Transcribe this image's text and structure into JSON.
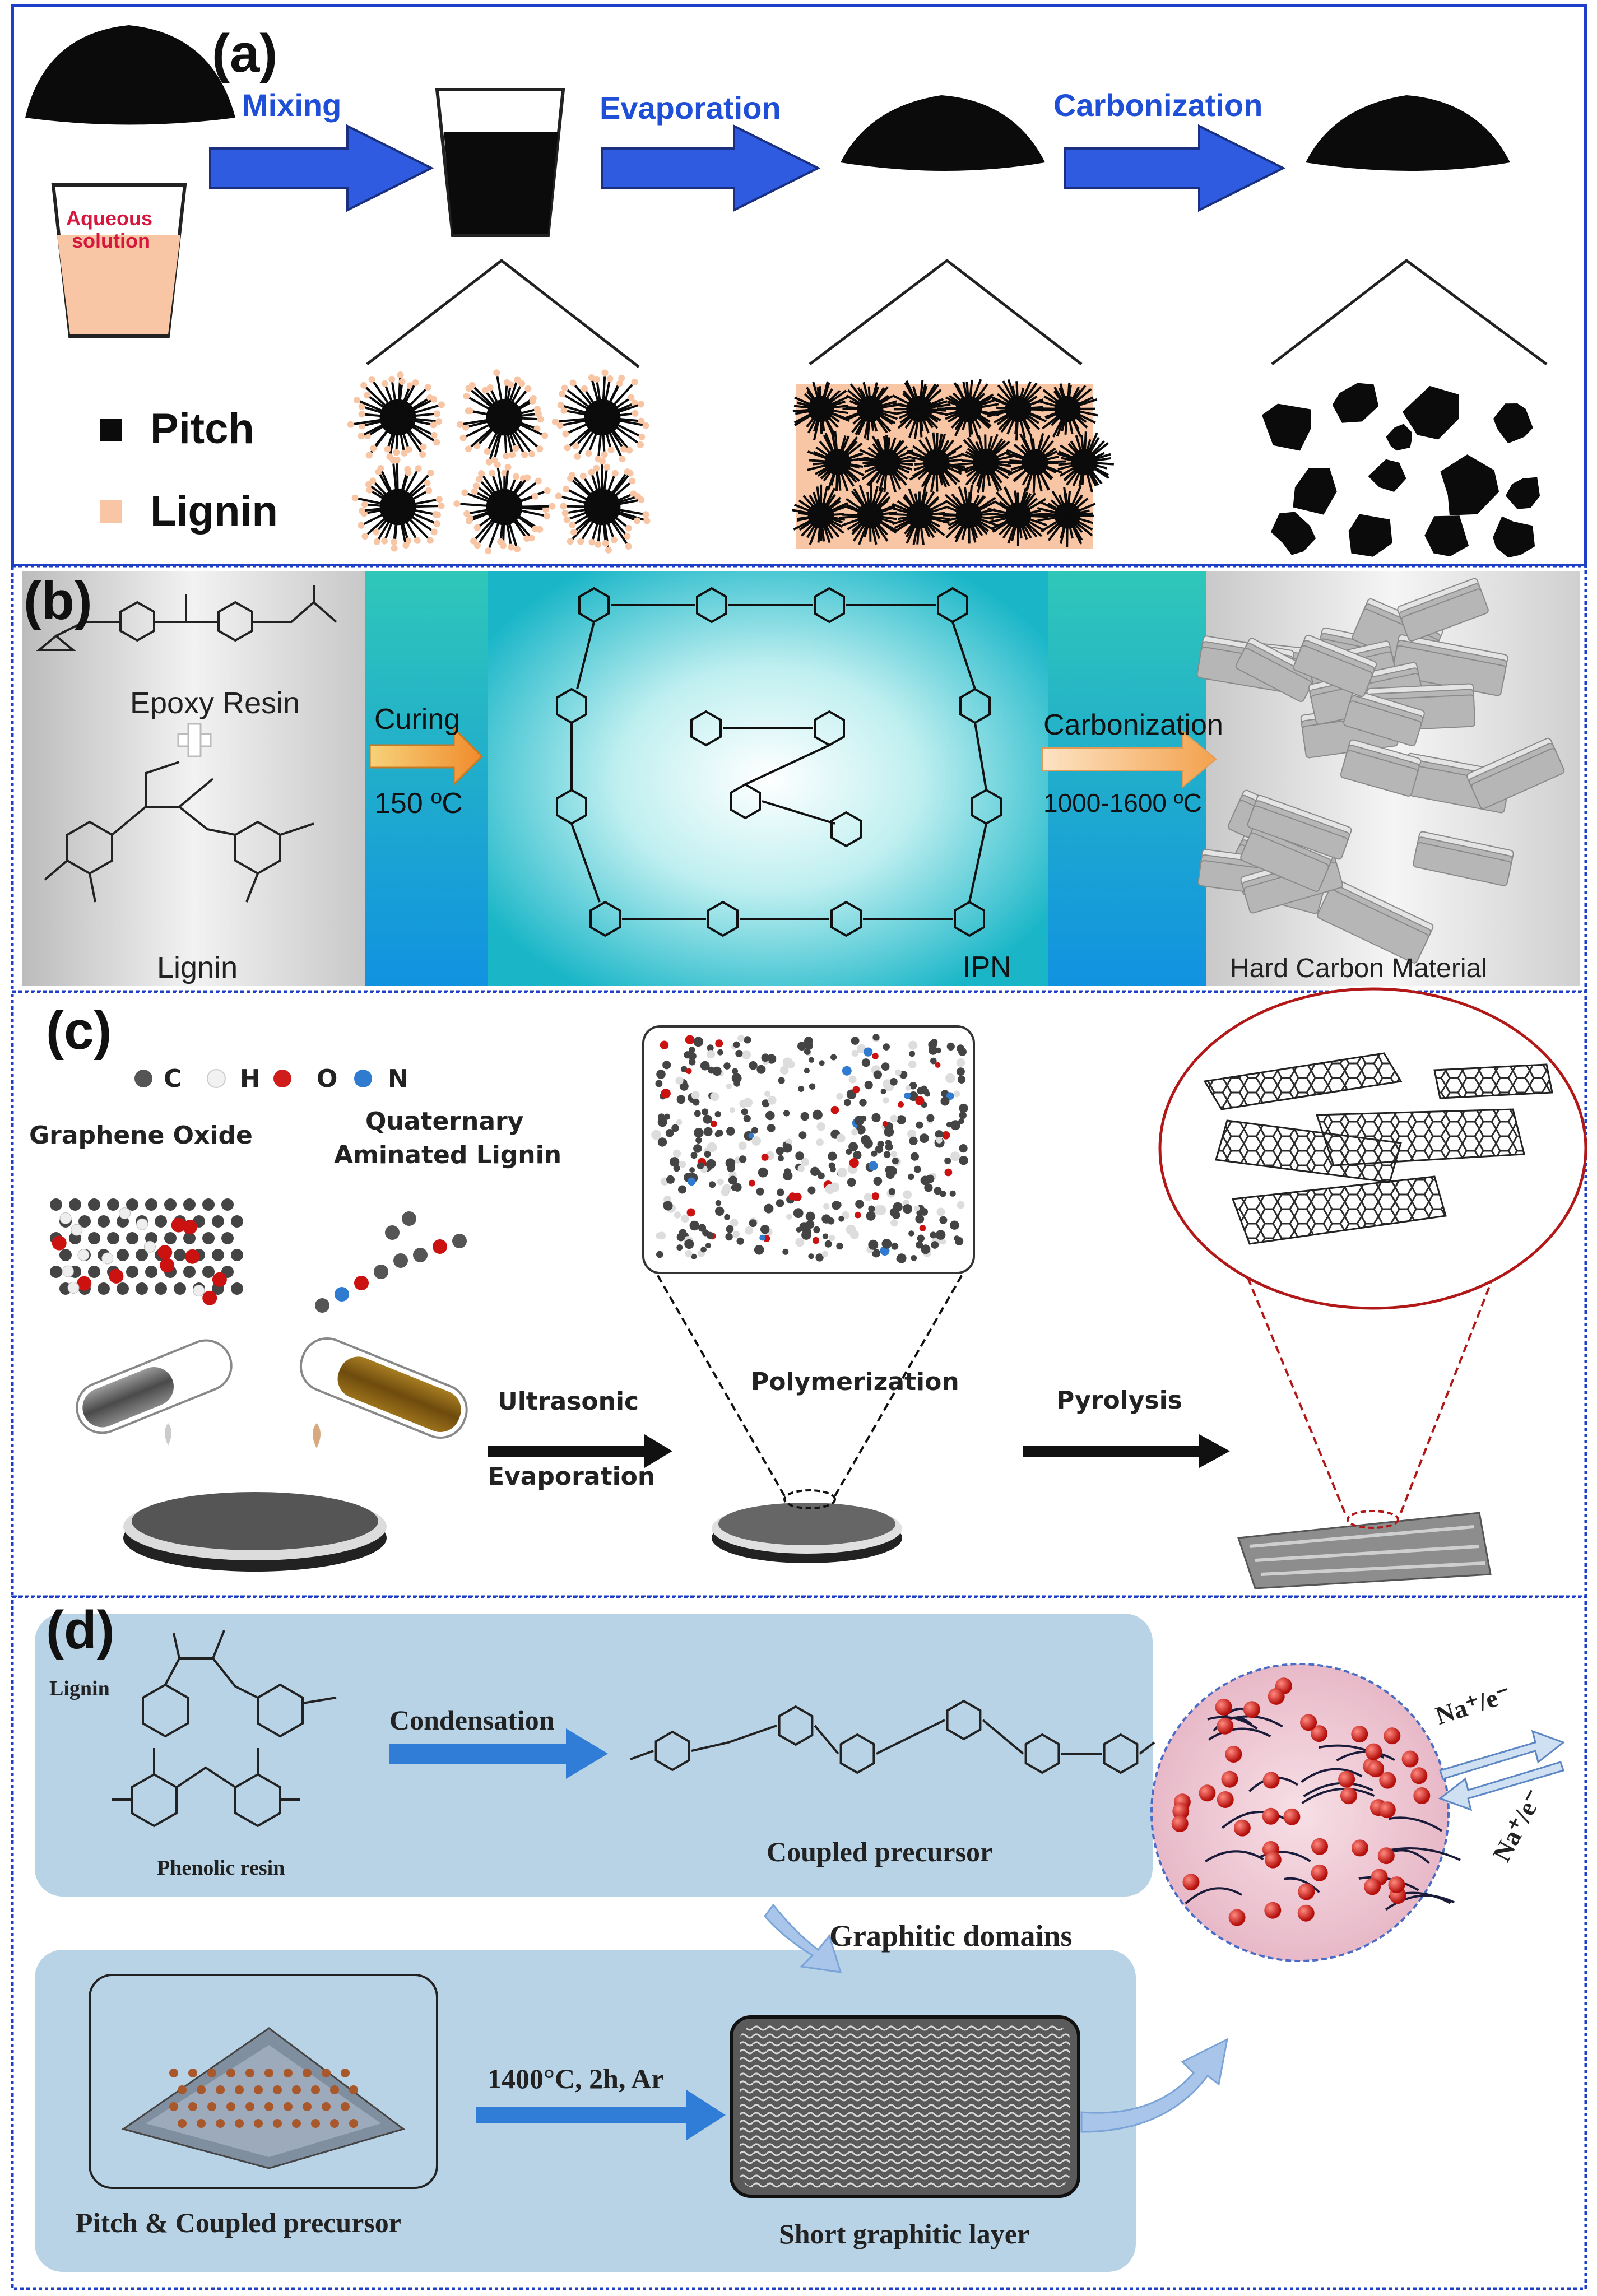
{
  "colors": {
    "frame_blue": "#1f3fc8",
    "arrow_blue": "#2f5be0",
    "lignin_peach": "#f8c6a4",
    "aqueous_red": "#d6183f",
    "panel_d_bg": "#b8d2e6",
    "carbonization_orange": "#f1a34a"
  },
  "panel_a": {
    "letter": "(a)",
    "aqueous_label_1": "Aqueous",
    "aqueous_label_2": "solution",
    "step_mixing": "Mixing",
    "step_evaporation": "Evaporation",
    "step_carbonization": "Carbonization",
    "legend_pitch": "Pitch",
    "legend_lignin": "Lignin"
  },
  "panel_b": {
    "letter": "(b)",
    "epoxy_resin": "Epoxy Resin",
    "lignin": "Lignin",
    "curing": "Curing",
    "curing_temp": "150 ºC",
    "carbonization": "Carbonization",
    "carbonization_temp": "1000-1600 ºC",
    "ipn": "IPN",
    "hard_carbon": "Hard Carbon Material"
  },
  "panel_c": {
    "letter": "(c)",
    "atom_c": "C",
    "atom_h": "H",
    "atom_o": "O",
    "atom_n": "N",
    "graphene_oxide": "Graphene Oxide",
    "qal_1": "Quaternary",
    "qal_2": "Aminated Lignin",
    "ultrasonic": "Ultrasonic",
    "evaporation": "Evaporation",
    "polymerization": "Polymerization",
    "pyrolysis": "Pyrolysis"
  },
  "panel_d": {
    "letter": "(d)",
    "lignin": "Lignin",
    "phenolic_resin": "Phenolic resin",
    "condensation": "Condensation",
    "coupled_precursor": "Coupled precursor",
    "graphitic_domains": "Graphitic domains",
    "temperature": "1400°C, 2h, Ar",
    "pitch_coupled": "Pitch & Coupled precursor",
    "short_graphitic": "Short graphitic layer",
    "na_in": "Na⁺/e⁻",
    "na_out": "Na⁺/e⁻"
  }
}
